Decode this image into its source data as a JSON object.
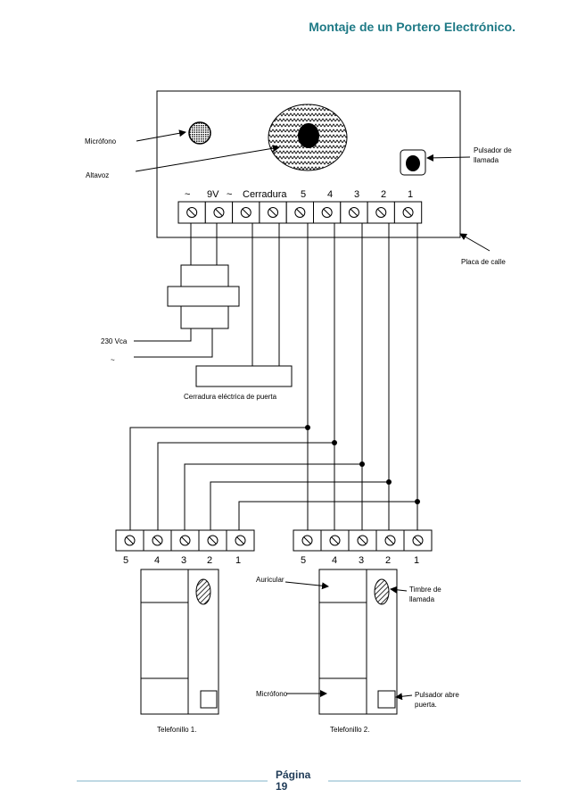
{
  "header": {
    "title": "Montaje de un Portero Electrónico."
  },
  "panel": {
    "microfono": "Micrófono",
    "altavoz": "Altavoz",
    "pulsador_line1": "Pulsador de",
    "pulsador_line2": "llamada",
    "placa": "Placa de calle",
    "terminal_labels": [
      "~",
      "9V",
      "~",
      "Cerradura",
      "5",
      "4",
      "3",
      "2",
      "1"
    ]
  },
  "supply": {
    "voltage": "230 Vca",
    "tilde": "~"
  },
  "lock": {
    "label": "Cerradura eléctrica de puerta"
  },
  "handsets": {
    "left_terminals": [
      "5",
      "4",
      "3",
      "2",
      "1"
    ],
    "right_terminals": [
      "5",
      "4",
      "3",
      "2",
      "1"
    ],
    "auricular": "Auricular",
    "microfono": "Micrófono",
    "timbre_line1": "Timbre de",
    "timbre_line2": "llamada",
    "pulsador_abre_line1": "Pulsador abre",
    "pulsador_abre_line2": "puerta.",
    "telefonillo1": "Telefonillo  1.",
    "telefonillo2": "Telefonillo  2."
  },
  "footer": {
    "page_label": "Página",
    "page_number": "19"
  },
  "colors": {
    "header": "#1f7a86",
    "footer_line": "#7fb3c9"
  }
}
